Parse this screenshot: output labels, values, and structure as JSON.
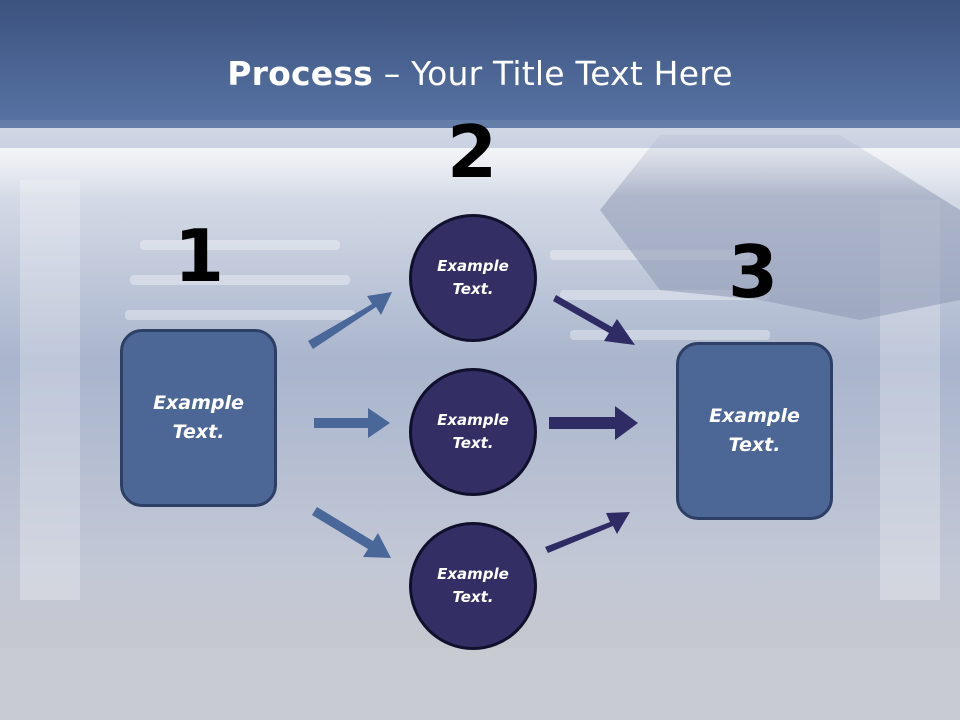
{
  "title": {
    "bold": "Process",
    "rest": " – Your Title Text Here"
  },
  "steps": [
    "1",
    "2",
    "3"
  ],
  "left_box": {
    "line1": "Example",
    "line2": "Text."
  },
  "circles": [
    {
      "line1": "Example",
      "line2": "Text."
    },
    {
      "line1": "Example",
      "line2": "Text."
    },
    {
      "line1": "Example",
      "line2": "Text."
    }
  ],
  "right_box": {
    "line1": "Example",
    "line2": "Text."
  },
  "colors": {
    "title_bar": "#4b6393",
    "box_fill": "#4c6796",
    "circle_fill": "#332f64",
    "arrow_left": "#4a6799",
    "arrow_right": "#2f2c65"
  }
}
